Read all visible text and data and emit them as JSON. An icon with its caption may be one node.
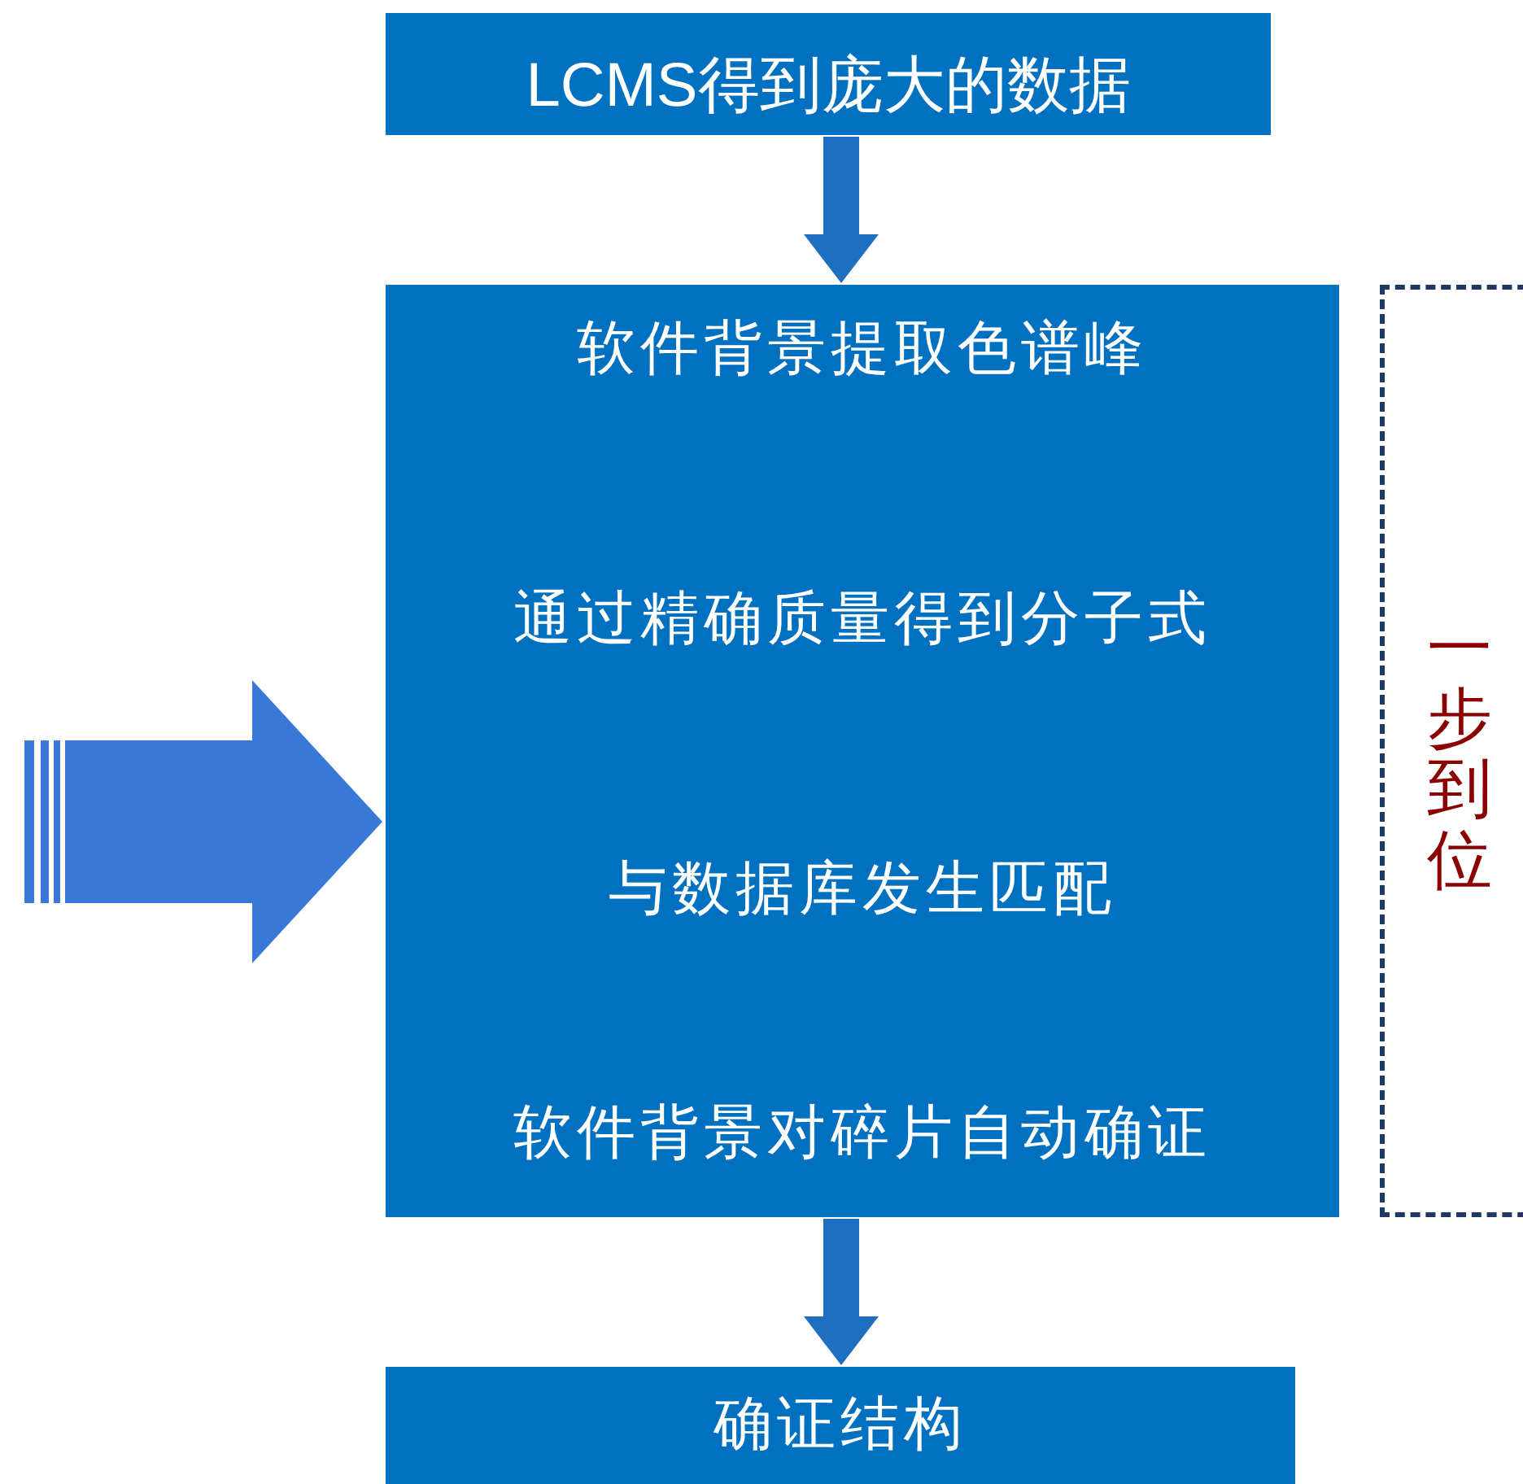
{
  "diagram": {
    "nodes": [
      {
        "text": [
          "LCMS得到庞大的数据"
        ]
      },
      {
        "text": [
          "软件背景提取色谱峰",
          "通过精确质量得到分子式",
          "与数据库发生匹配",
          "软件背景对碎片自动确证"
        ]
      },
      {
        "text": [
          "确证结构"
        ]
      },
      {
        "text": [
          "一步到位"
        ]
      }
    ],
    "edges": [
      {
        "from": 0,
        "to": 1,
        "arrow": "to"
      },
      {
        "from": 1,
        "to": 2,
        "arrow": "to"
      },
      {
        "from": null,
        "to": 1,
        "arrow": "to",
        "style": "thick"
      }
    ]
  }
}
